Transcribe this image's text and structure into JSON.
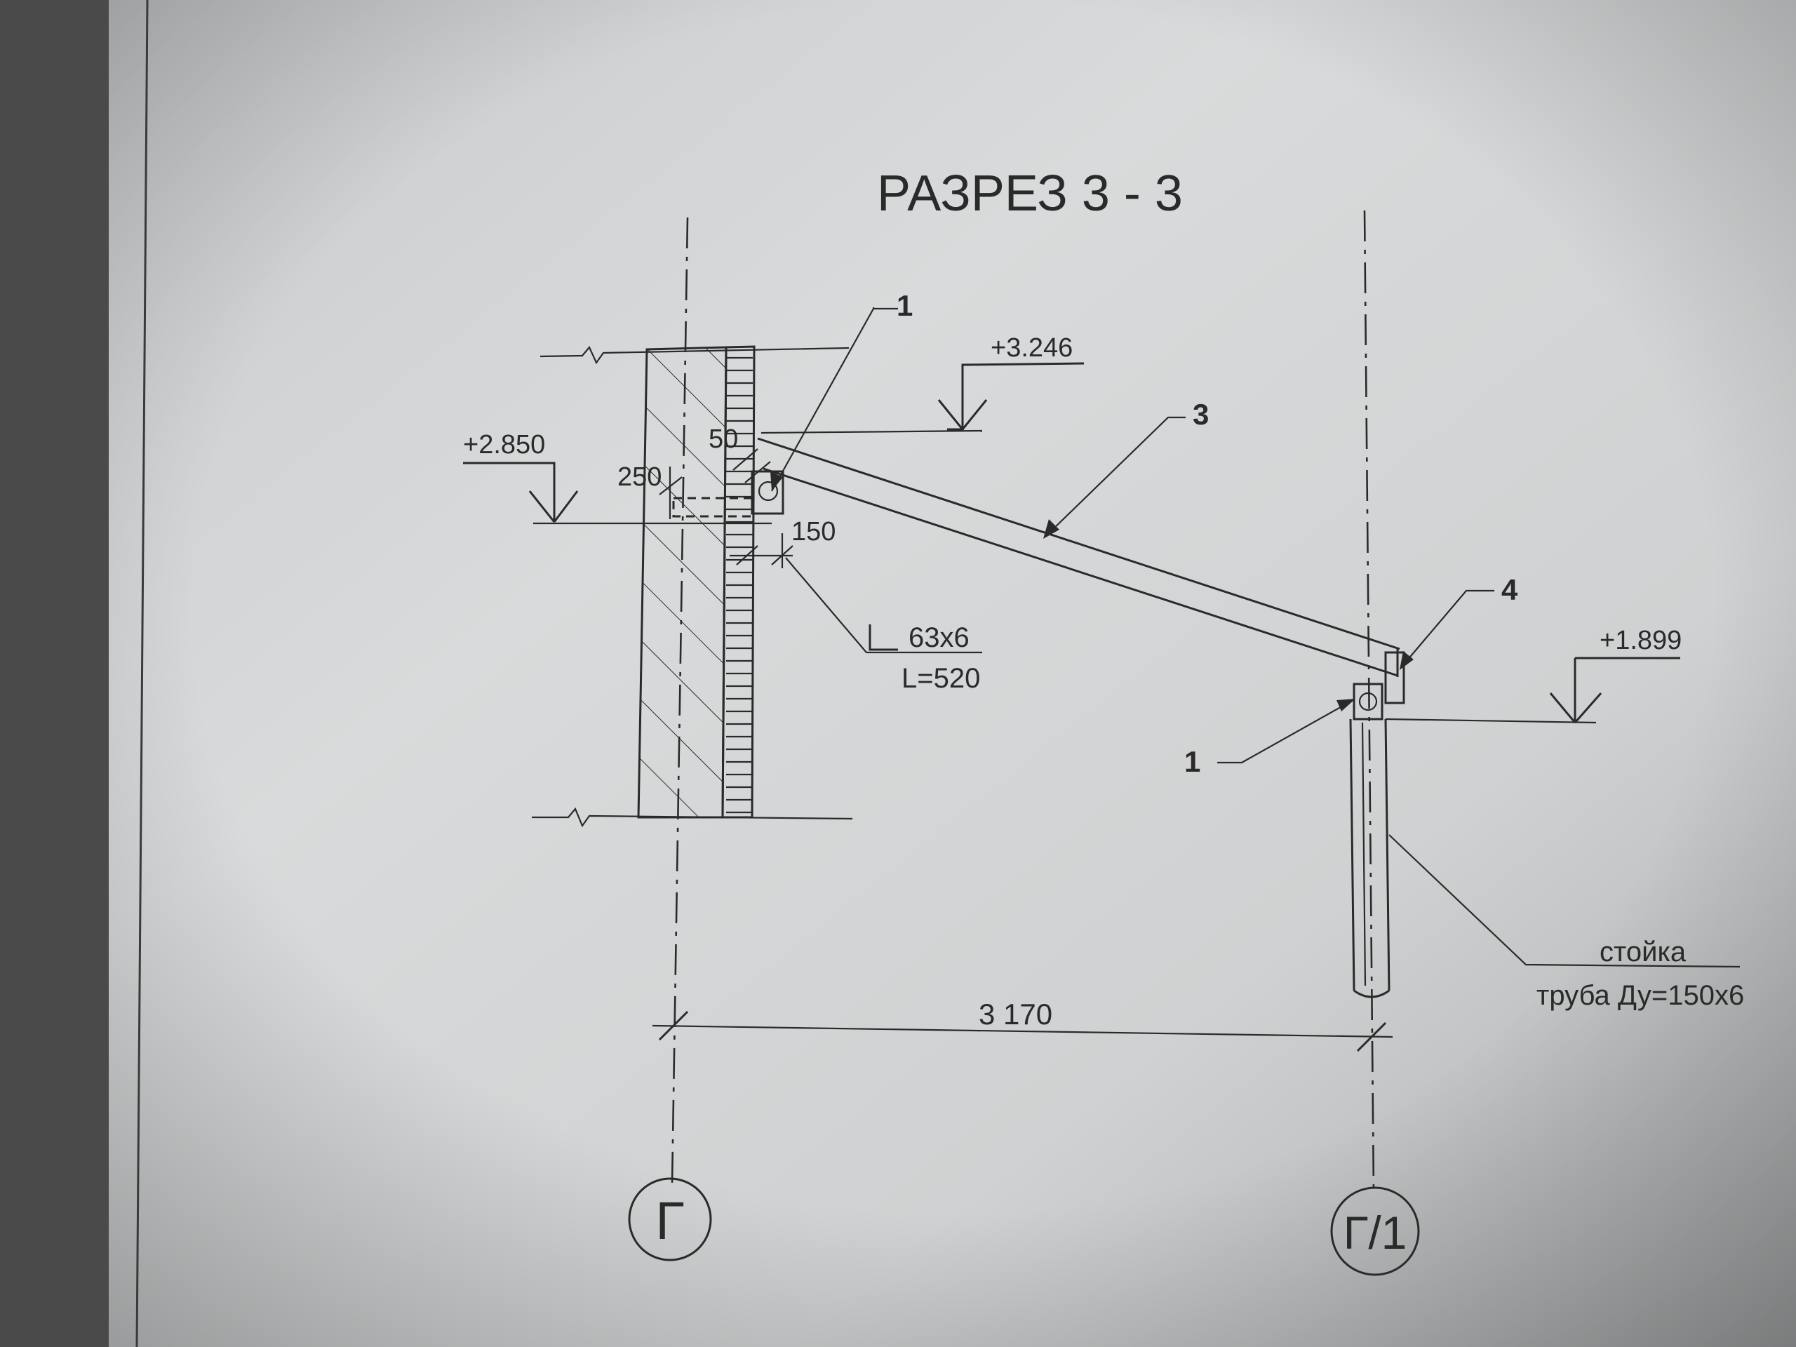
{
  "drawing": {
    "title": "РАЗРЕЗ 3 - 3",
    "axes": [
      {
        "id": "left",
        "label": "Г"
      },
      {
        "id": "right",
        "label": "Г/1"
      }
    ],
    "elevations": {
      "top": "+3.246",
      "left": "+2.850",
      "right": "+1.899"
    },
    "dimensions": {
      "d50": "50",
      "d250": "250",
      "d150": "150",
      "span": "3 170"
    },
    "callouts": {
      "c1_top": "1",
      "c3": "3",
      "c4": "4",
      "c1_bottom": "1"
    },
    "angle_profile": "63х6",
    "angle_length": "L=520",
    "post_label_1": "стойка",
    "post_label_2": "труба Ду=150х6"
  }
}
